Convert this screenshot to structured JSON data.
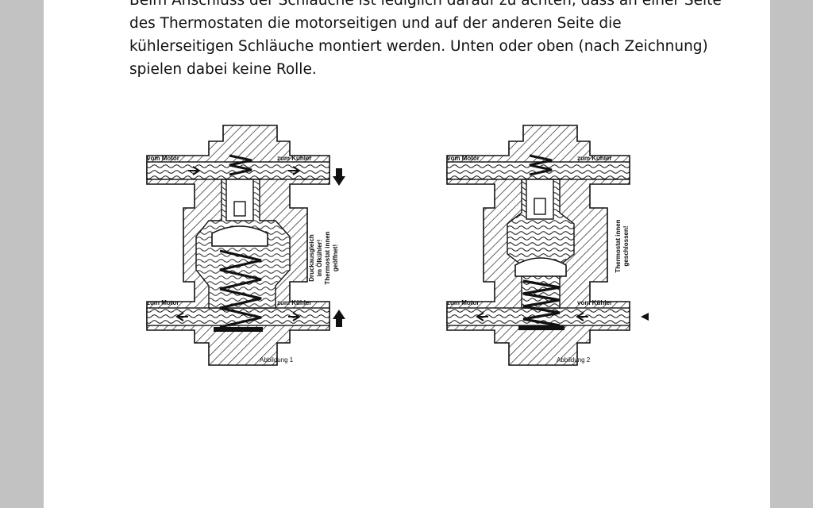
{
  "paragraph": {
    "lines": [
      "Beim Anschluss der Schläuche ist lediglich darauf zu achten, dass an einer Seite",
      "des Thermostaten die motorseitigen und auf der anderen Seite die",
      "kühlerseitigen Schläuche montiert werden. Unten oder oben (nach Zeichnung)",
      "spielen dabei keine Rolle."
    ]
  },
  "figure1": {
    "top_left": "vom Motor",
    "top_right": "zum Kühler",
    "bottom_left": "zum Motor",
    "bottom_right": "zum Kühler",
    "side_line1": "Druckausgleich",
    "side_line2": "im Ölkühler!",
    "side_line3": "Thermostat innen",
    "side_line4": "geöffnet!",
    "caption": "Abbildung 1"
  },
  "figure2": {
    "top_left": "vom Motor",
    "top_right": "zum Kühler",
    "bottom_left": "zum Motor",
    "bottom_right": "vom Kühler",
    "side_line1": "Thermostat innen",
    "side_line2": "geschlossen!",
    "caption": "Abbildung 2"
  }
}
